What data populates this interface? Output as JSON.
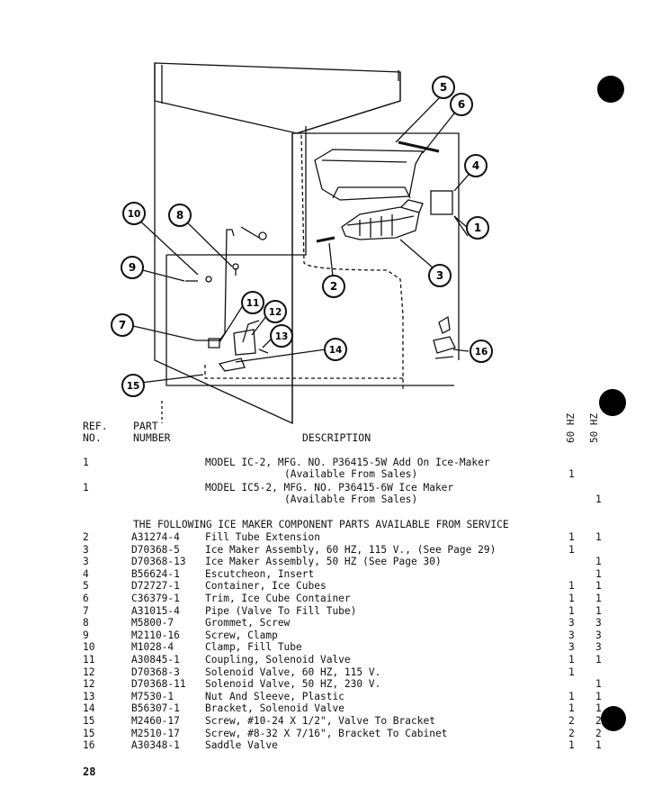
{
  "callouts": [
    "1",
    "2",
    "3",
    "4",
    "5",
    "6",
    "7",
    "8",
    "9",
    "10",
    "11",
    "12",
    "13",
    "14",
    "15",
    "16"
  ],
  "headers": {
    "ref": "REF.\nNO.",
    "part": "PART\nNUMBER",
    "description": "DESCRIPTION",
    "hz60": "60 HZ",
    "hz50": "50 HZ"
  },
  "models": [
    {
      "ref": "1",
      "line1": "MODEL IC-2, MFG. NO. P36415-5W Add On Ice-Maker",
      "line2": "(Available From Sales)",
      "q60": "1",
      "q50": ""
    },
    {
      "ref": "1",
      "line1": "MODEL IC5-2, MFG. NO. P36415-6W Ice Maker",
      "line2": "(Available From Sales)",
      "q60": "",
      "q50": "1"
    }
  ],
  "section_title": "THE FOLLOWING ICE MAKER COMPONENT PARTS AVAILABLE FROM SERVICE",
  "parts": [
    {
      "ref": "2",
      "part": "A31274-4",
      "desc": "Fill Tube Extension",
      "q60": "1",
      "q50": "1"
    },
    {
      "ref": "3",
      "part": "D70368-5",
      "desc": "Ice Maker Assembly, 60 HZ, 115 V., (See Page 29)",
      "q60": "1",
      "q50": ""
    },
    {
      "ref": "3",
      "part": "D70368-13",
      "desc": "Ice Maker Assembly, 50 HZ (See Page 30)",
      "q60": "",
      "q50": "1"
    },
    {
      "ref": "4",
      "part": "B56624-1",
      "desc": "Escutcheon, Insert",
      "q60": "",
      "q50": "1"
    },
    {
      "ref": "5",
      "part": "D72727-1",
      "desc": "Container, Ice Cubes",
      "q60": "1",
      "q50": "1"
    },
    {
      "ref": "6",
      "part": "C36379-1",
      "desc": "Trim, Ice Cube Container",
      "q60": "1",
      "q50": "1"
    },
    {
      "ref": "7",
      "part": "A31015-4",
      "desc": "Pipe (Valve To Fill Tube)",
      "q60": "1",
      "q50": "1"
    },
    {
      "ref": "8",
      "part": "M5800-7",
      "desc": "Grommet, Screw",
      "q60": "3",
      "q50": "3"
    },
    {
      "ref": "9",
      "part": "M2110-16",
      "desc": "Screw, Clamp",
      "q60": "3",
      "q50": "3"
    },
    {
      "ref": "10",
      "part": "M1028-4",
      "desc": "Clamp, Fill Tube",
      "q60": "3",
      "q50": "3"
    },
    {
      "ref": "11",
      "part": "A30845-1",
      "desc": "Coupling, Solenoid Valve",
      "q60": "1",
      "q50": "1"
    },
    {
      "ref": "12",
      "part": "D70368-3",
      "desc": "Solenoid Valve, 60 HZ, 115 V.",
      "q60": "1",
      "q50": ""
    },
    {
      "ref": "12",
      "part": "D70368-11",
      "desc": "Solenoid Valve, 50 HZ, 230 V.",
      "q60": "",
      "q50": "1"
    },
    {
      "ref": "13",
      "part": "M7530-1",
      "desc": "Nut And Sleeve, Plastic",
      "q60": "1",
      "q50": "1"
    },
    {
      "ref": "14",
      "part": "B56307-1",
      "desc": "Bracket, Solenoid Valve",
      "q60": "1",
      "q50": "1"
    },
    {
      "ref": "15",
      "part": "M2460-17",
      "desc": "Screw, #10-24 X 1/2\", Valve To Bracket",
      "q60": "2",
      "q50": "2"
    },
    {
      "ref": "15",
      "part": "M2510-17",
      "desc": "Screw, #8-32 X 7/16\", Bracket To Cabinet",
      "q60": "2",
      "q50": "2"
    },
    {
      "ref": "16",
      "part": "A30348-1",
      "desc": "Saddle Valve",
      "q60": "1",
      "q50": "1"
    }
  ],
  "page_number": "28"
}
